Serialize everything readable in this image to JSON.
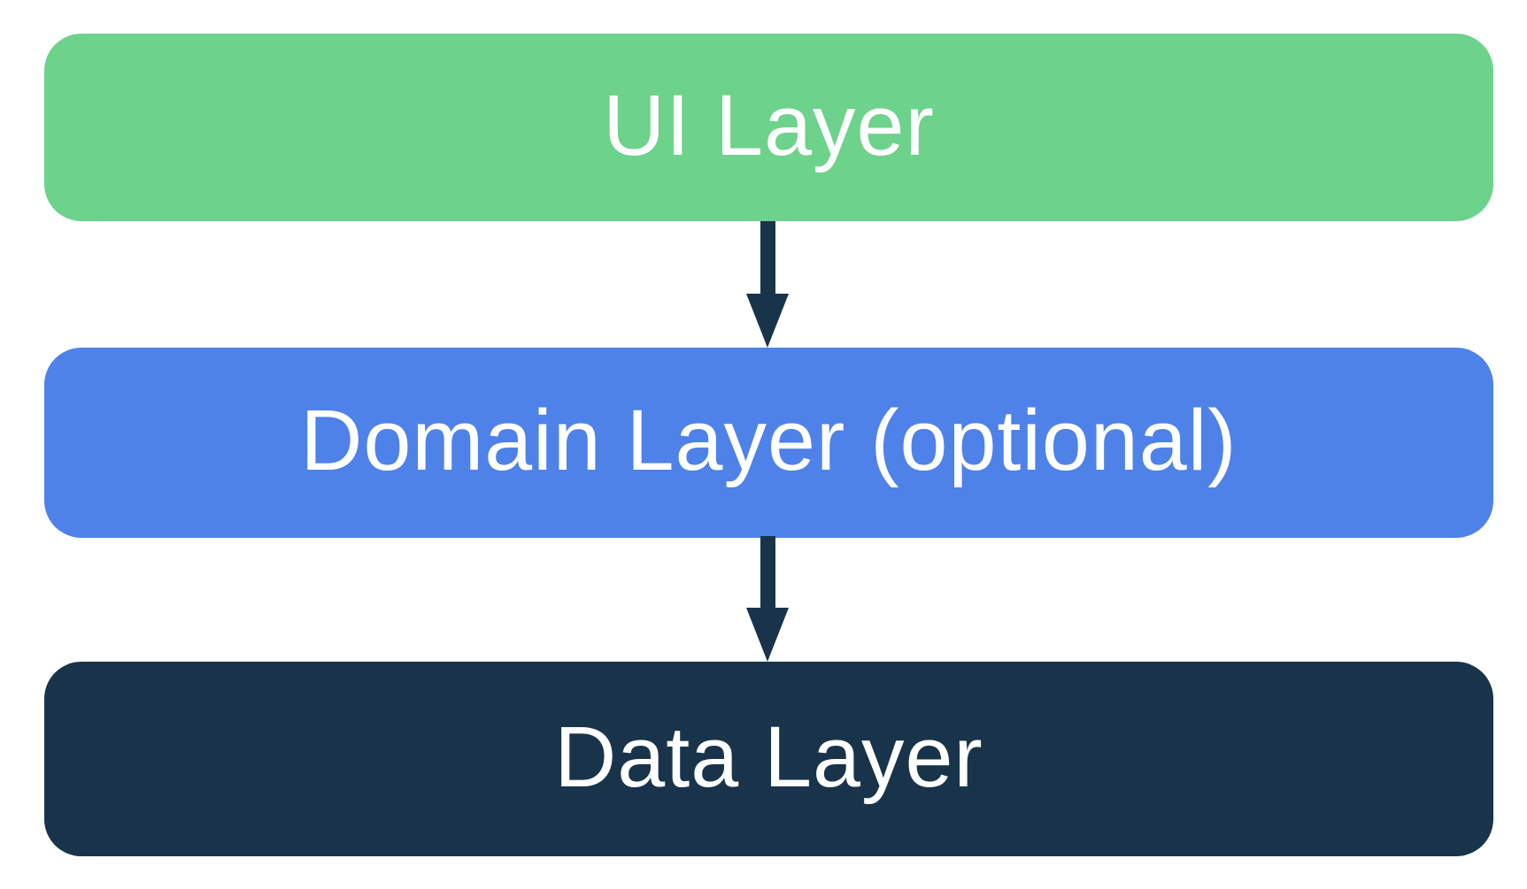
{
  "diagram": {
    "background_color": "#ffffff",
    "text_color": "#ffffff",
    "arrow_color": "#19344a",
    "layers": [
      {
        "label": "UI Layer",
        "color": "#6dd28b"
      },
      {
        "label": "Domain Layer (optional)",
        "color": "#4e82e9"
      },
      {
        "label": "Data Layer",
        "color": "#19344a"
      }
    ],
    "connections": [
      {
        "from": "UI Layer",
        "to": "Domain Layer (optional)",
        "direction": "down"
      },
      {
        "from": "Domain Layer (optional)",
        "to": "Data Layer",
        "direction": "down"
      }
    ]
  }
}
